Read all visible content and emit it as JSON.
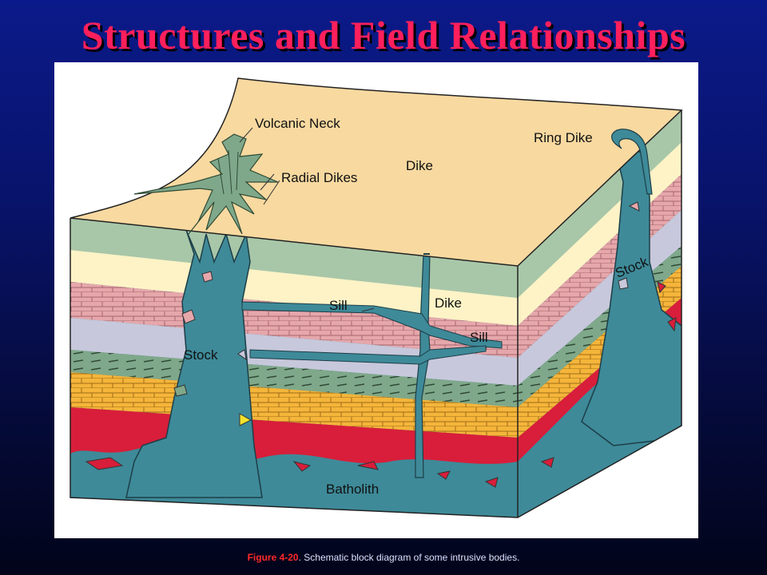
{
  "title": "Structures and Field Relationships",
  "labels": {
    "volcanic_neck": "Volcanic Neck",
    "radial_dikes": "Radial Dikes",
    "dike_top": "Dike",
    "ring_dike": "Ring Dike",
    "sill_left": "Sill",
    "dike_mid": "Dike",
    "sill_right": "Sill",
    "stock_left": "Stock",
    "stock_right": "Stock",
    "batholith": "Batholith"
  },
  "caption": {
    "figure_number": "Figure 4-20",
    "text": ". Schematic block diagram of some intrusive bodies."
  },
  "colors": {
    "title": "#ff1f5c",
    "surface": "#f8d9a0",
    "green_layer": "#a8c7a8",
    "cream_layer": "#fdf3c6",
    "pink_layer": "#e6a7ab",
    "lavender_layer": "#c7c8dc",
    "dark_green_layer": "#7fa88a",
    "orange_layer": "#f4b53a",
    "red_layer": "#d81e3a",
    "intrusion": "#3e8a99"
  }
}
